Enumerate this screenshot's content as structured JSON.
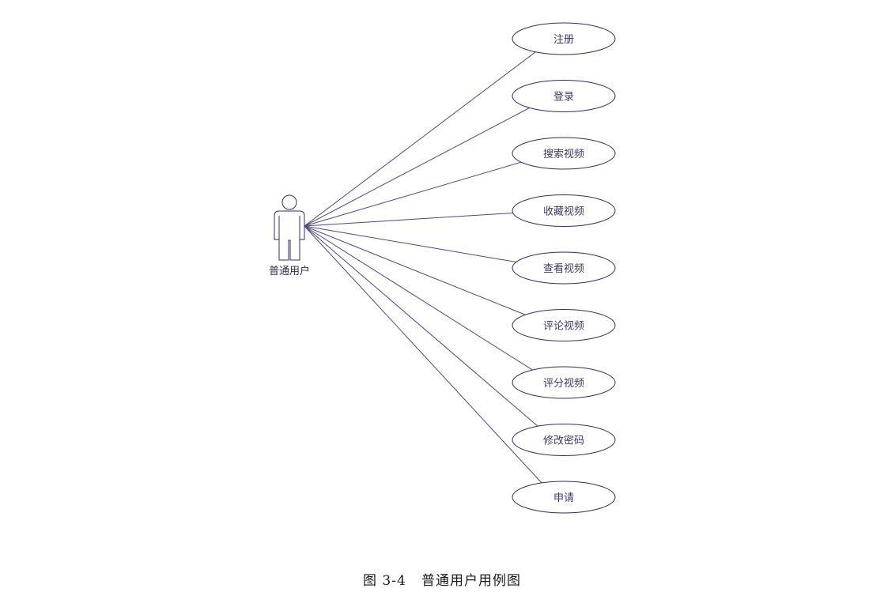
{
  "actor": {
    "label": "普通用户"
  },
  "use_cases": [
    {
      "label": "注册"
    },
    {
      "label": "登录"
    },
    {
      "label": "搜索视频"
    },
    {
      "label": "收藏视频"
    },
    {
      "label": "查看视频"
    },
    {
      "label": "评论视频"
    },
    {
      "label": "评分视频"
    },
    {
      "label": "修改密码"
    },
    {
      "label": "申请"
    }
  ],
  "caption": {
    "number": "图 3-4",
    "title": "普通用户用例图"
  },
  "colors": {
    "stroke": "#2f2f5f",
    "line": "#4a4a80",
    "ellipse_fill": "#ffffff"
  }
}
